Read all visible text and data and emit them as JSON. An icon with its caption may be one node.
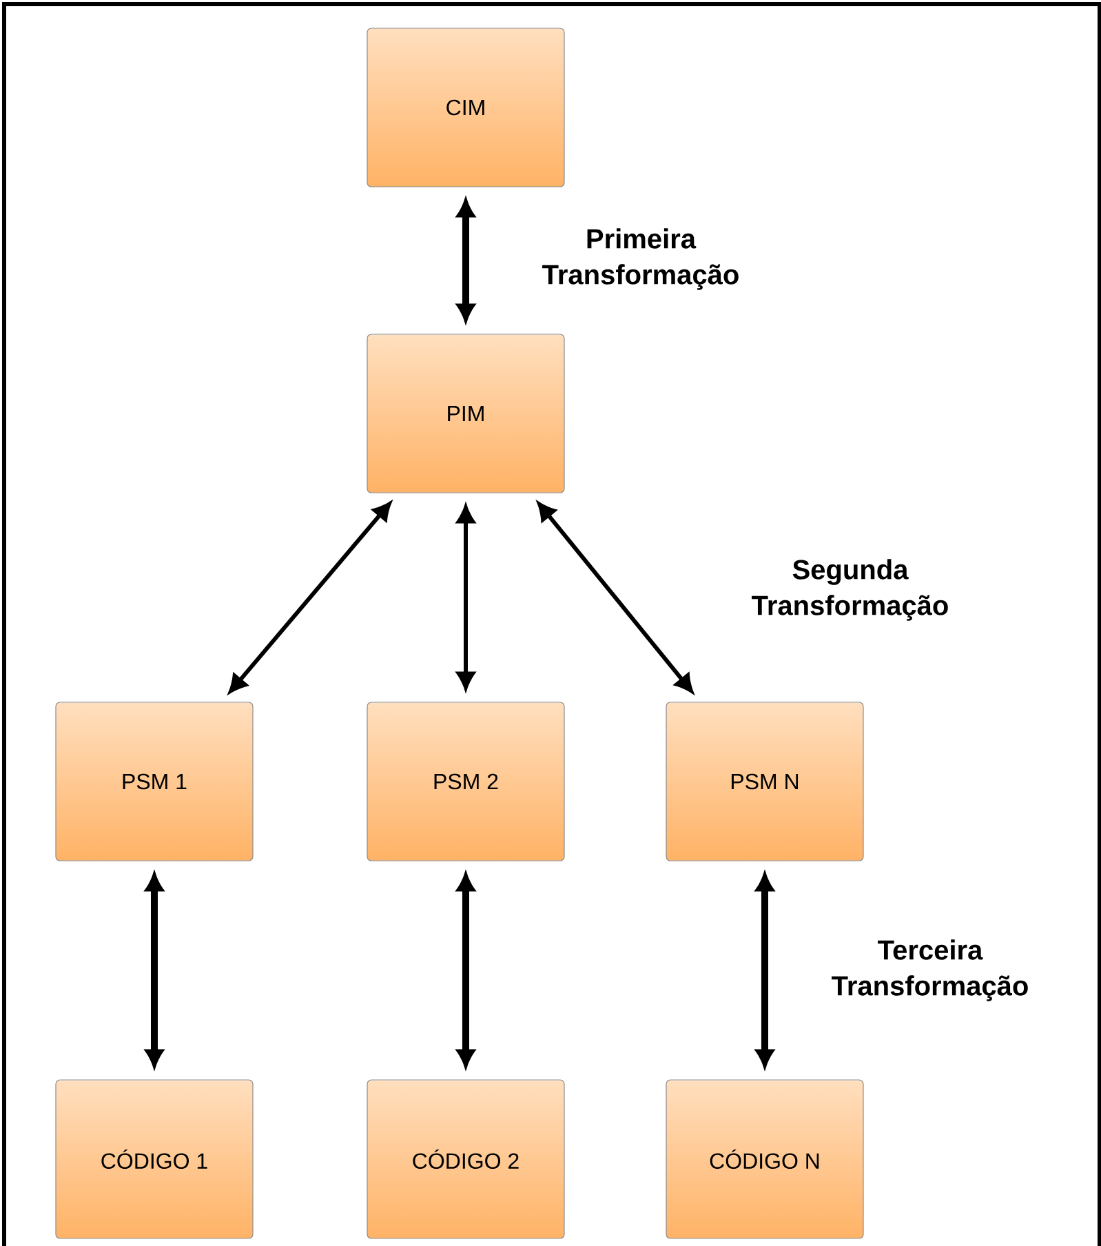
{
  "diagram": {
    "nodes": [
      {
        "text": [
          "CIM"
        ]
      },
      {
        "text": [
          "PIM"
        ]
      },
      {
        "text": [
          "PSM 1"
        ]
      },
      {
        "text": [
          "PSM 2"
        ]
      },
      {
        "text": [
          "PSM N"
        ]
      },
      {
        "text": [
          "CÓDIGO 1"
        ]
      },
      {
        "text": [
          "CÓDIGO 2"
        ]
      },
      {
        "text": [
          "CÓDIGO N"
        ]
      }
    ],
    "edges": [
      {
        "from": 0,
        "to": 1,
        "arrow": "both",
        "label": "Primeira Transformação"
      },
      {
        "from": 1,
        "to": 2,
        "arrow": "both"
      },
      {
        "from": 1,
        "to": 3,
        "arrow": "both"
      },
      {
        "from": 1,
        "to": 4,
        "arrow": "both",
        "label": "Segunda Transformação"
      },
      {
        "from": 2,
        "to": 5,
        "arrow": "both"
      },
      {
        "from": 3,
        "to": 6,
        "arrow": "both"
      },
      {
        "from": 4,
        "to": 7,
        "arrow": "both",
        "label": "Terceira Transformação"
      }
    ]
  }
}
